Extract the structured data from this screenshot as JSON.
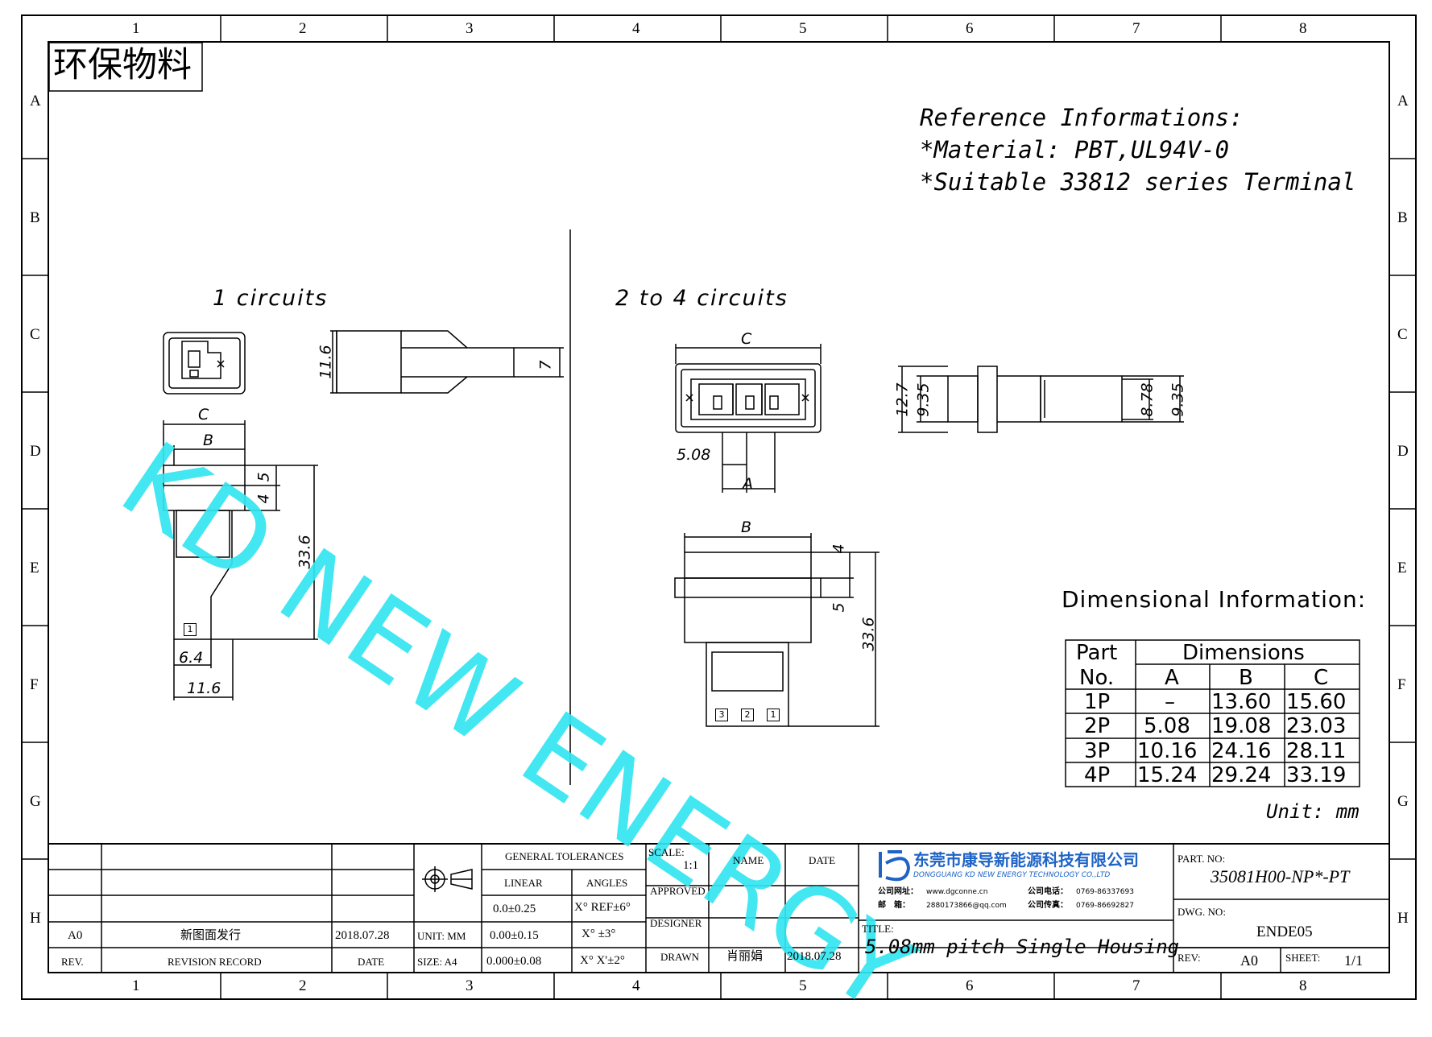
{
  "zones": {
    "columns": [
      "1",
      "2",
      "3",
      "4",
      "5",
      "6",
      "7",
      "8"
    ],
    "rows": [
      "A",
      "B",
      "C",
      "D",
      "E",
      "F",
      "G",
      "H"
    ]
  },
  "stamp": "环保物料",
  "reference": {
    "line1": "Reference Informations:",
    "line2": "*Material: PBT,UL94V-0",
    "line3": "*Suitable 33812 series Terminal"
  },
  "watermark": "KD NEW ENERGY",
  "views": {
    "one_circuit_title": "1 circuits",
    "multi_circuit_title": "2 to 4 circuits"
  },
  "dims": {
    "one": {
      "top_h": "11.6",
      "slot": "7",
      "c": "C",
      "b": "B",
      "d5": "5",
      "d4": "4",
      "d336": "33.6",
      "d64": "6.4",
      "d116": "11.6",
      "pin": "1"
    },
    "multi": {
      "c": "C",
      "p508": "5.08",
      "a": "A",
      "b": "B",
      "d4": "4",
      "d5": "5",
      "d336": "33.6",
      "pins": [
        "3",
        "2",
        "1"
      ],
      "s127": "12.7",
      "s935a": "9.35",
      "s878": "8.78",
      "s935b": "9.35"
    }
  },
  "dimensional_table": {
    "title": "Dimensional Information:",
    "header_part": "Part",
    "header_no": "No.",
    "header_dims": "Dimensions",
    "cols": [
      "A",
      "B",
      "C"
    ],
    "rows": [
      {
        "part": "1P",
        "a": "–",
        "b": "13.60",
        "c": "15.60"
      },
      {
        "part": "2P",
        "a": "5.08",
        "b": "19.08",
        "c": "23.03"
      },
      {
        "part": "3P",
        "a": "10.16",
        "b": "24.16",
        "c": "28.11"
      },
      {
        "part": "4P",
        "a": "15.24",
        "b": "29.24",
        "c": "33.19"
      }
    ],
    "unit": "Unit: mm"
  },
  "title_block": {
    "rev_row": {
      "rev": "A0",
      "record": "新图面发行",
      "date": "2018.07.28"
    },
    "rev_label": "REV.",
    "record_label": "REVISION RECORD",
    "date_label": "DATE",
    "unit_label": "UNIT: MM",
    "size_label": "SIZE: A4",
    "gen_tol": "GENERAL TOLERANCES",
    "linear": "LINEAR",
    "angles": "ANGLES",
    "lin1": "0.0±0.25",
    "lin2": "0.00±0.15",
    "lin3": "0.000±0.08",
    "ang1": "X° REF±6°",
    "ang2": "X° ±3°",
    "ang3": "X° X'±2°",
    "scale_label": "SCALE:",
    "scale": "1:1",
    "name_label": "NAME",
    "date2_label": "DATE",
    "approved": "APPROVED",
    "designer": "DESIGNER",
    "drawn": "DRAWN",
    "drawn_name": "肖丽娟",
    "drawn_date": "2018.07.28",
    "company_cn": "东莞市康导新能源科技有限公司",
    "company_en": "DONGGUANG KD NEW ENERGY TECHNOLOGY CO.,LTD",
    "web_label": "公司网址：",
    "web": "www.dgconne.cn",
    "tel_label": "公司电话：",
    "tel": "0769-86337693",
    "mail_label": "邮　箱：",
    "mail": "2880173866@qq.com",
    "fax_label": "公司传真：",
    "fax": "0769-86692827",
    "title_label": "TITLE:",
    "title": "5.08mm pitch Single Housing",
    "part_no_label": "PART. NO:",
    "part_no": "35081H00-NP*-PT",
    "dwg_no_label": "DWG. NO:",
    "dwg_no": "ENDE05",
    "rev2_label": "REV:",
    "rev2": "A0",
    "sheet_label": "SHEET:",
    "sheet": "1/1"
  }
}
